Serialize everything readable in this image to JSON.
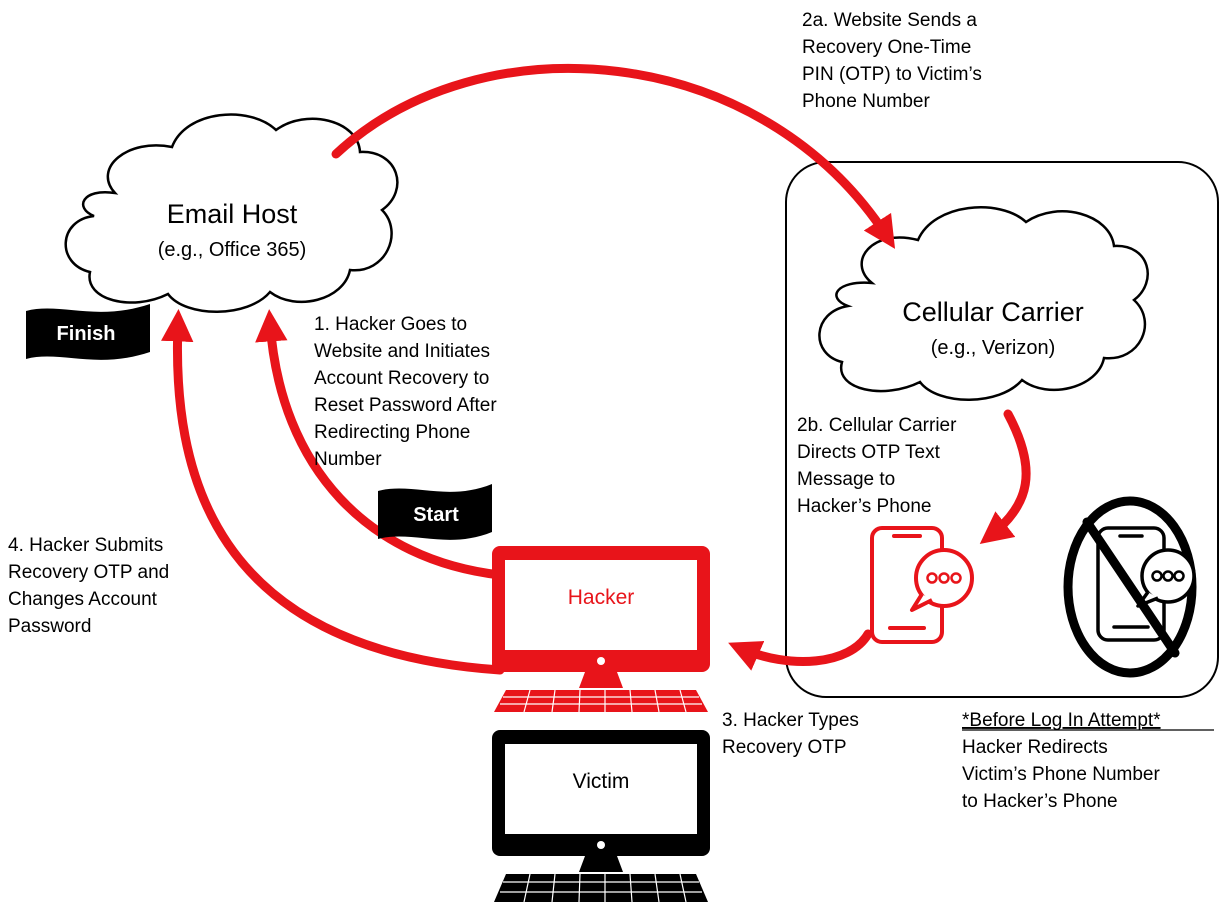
{
  "colors": {
    "accent": "#e8141a",
    "ink": "#000000",
    "background": "#ffffff"
  },
  "email_host": {
    "title": "Email Host",
    "subtitle": "(e.g., Office 365)"
  },
  "cellular_carrier": {
    "title": "Cellular Carrier",
    "subtitle": "(e.g., Verizon)"
  },
  "flags": {
    "finish": "Finish",
    "start": "Start"
  },
  "computers": {
    "hacker": "Hacker",
    "victim": "Victim"
  },
  "steps": {
    "step1": [
      "1. Hacker Goes to",
      "Website and Initiates",
      "Account Recovery to",
      "Reset Password After",
      "Redirecting Phone",
      "Number"
    ],
    "step2a": [
      "2a. Website Sends a",
      "Recovery One-Time",
      "PIN (OTP) to Victim’s",
      "Phone Number"
    ],
    "step2b": [
      "2b. Cellular Carrier",
      "Directs OTP Text",
      "Message to",
      "Hacker’s Phone"
    ],
    "step3": [
      "3. Hacker Types",
      "Recovery OTP"
    ],
    "step4": [
      "4. Hacker Submits",
      "Recovery OTP and",
      "Changes Account",
      "Password"
    ]
  },
  "note": {
    "heading": "*Before Log In Attempt*",
    "lines": [
      "Hacker Redirects",
      "Victim’s Phone Number",
      "to Hacker’s Phone"
    ]
  },
  "icons": {
    "hacker_phone": "smartphone-message-icon",
    "blocked_phone": "prohibited-phone-icon",
    "hacker_computer": "desktop-computer-icon",
    "victim_computer": "desktop-computer-icon",
    "flag": "banner-flag-icon",
    "cloud": "cloud-icon"
  }
}
